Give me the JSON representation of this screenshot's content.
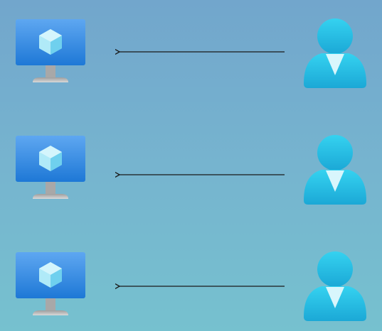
{
  "diagram": {
    "nodes": [
      {
        "id": "vm-1",
        "icon": "virtual-machine-icon"
      },
      {
        "id": "vm-2",
        "icon": "virtual-machine-icon"
      },
      {
        "id": "vm-3",
        "icon": "virtual-machine-icon"
      },
      {
        "id": "user-1",
        "icon": "user-icon"
      },
      {
        "id": "user-2",
        "icon": "user-icon"
      },
      {
        "id": "user-3",
        "icon": "user-icon"
      }
    ],
    "edges": [
      {
        "from": "user-1",
        "to": "vm-1",
        "label": ""
      },
      {
        "from": "user-2",
        "to": "vm-2",
        "label": ""
      },
      {
        "from": "user-3",
        "to": "vm-3",
        "label": ""
      }
    ],
    "colors": {
      "background_top": "#72A6CC",
      "background_bottom": "#76C1CF",
      "monitor": "#2D8FE8",
      "cube": "#B6ECF8",
      "stand": "#BDBDBD",
      "user": "#29C1E4",
      "user_collar": "#D8F6FC",
      "arrow": "#1A1A1A"
    }
  }
}
